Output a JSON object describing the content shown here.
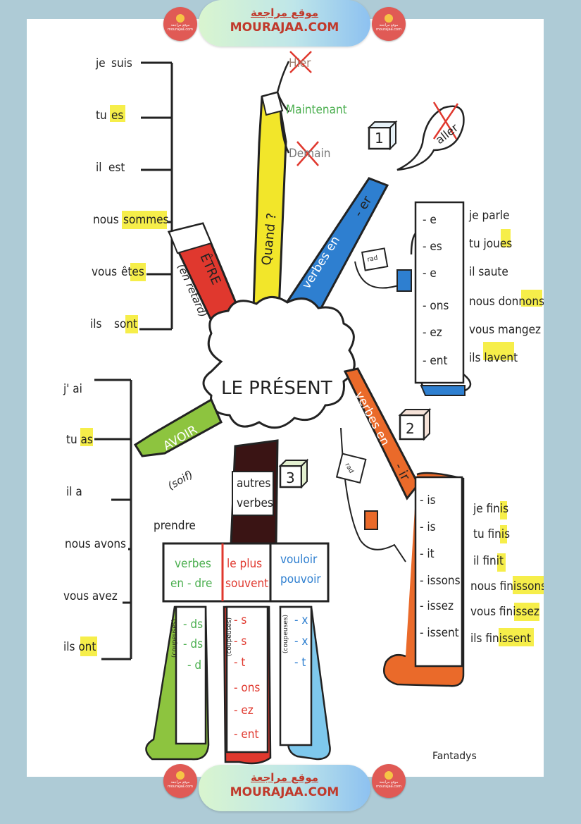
{
  "banner": {
    "arabic": "موقع مراجعة",
    "site": "MOURAJAA.COM"
  },
  "logo": {
    "small_text": "موقع مراجعة mourajaa.com"
  },
  "center": "LE PRÉSENT",
  "etre": {
    "label": "ÊTRE",
    "note": "(en retard)",
    "items": [
      {
        "pron": "je",
        "verb": "suis"
      },
      {
        "pron": "tu",
        "verb": "es"
      },
      {
        "pron": "il",
        "verb": "est"
      },
      {
        "pron": "nous",
        "verb": "sommes"
      },
      {
        "pron": "vous",
        "verb": "êtes"
      },
      {
        "pron": "ils",
        "verb": "sont"
      }
    ]
  },
  "quand": {
    "label": "Quand ?",
    "hier": "Hier",
    "maintenant": "Maintenant",
    "demain": "Demain"
  },
  "group1": {
    "number": "1",
    "label": "verbes en",
    "suffix": "- er",
    "bubble": "aller",
    "card": "rad",
    "endings": [
      "- e",
      "- es",
      "- e",
      "- ons",
      "- ez",
      "- ent"
    ],
    "examples": [
      "je parle",
      "tu joues",
      "il saute",
      "nous donnons",
      "vous mangez",
      "ils lavent"
    ]
  },
  "avoir": {
    "label": "AVOIR",
    "note": "(soif)",
    "items": [
      "j' ai",
      "tu as",
      "il a",
      "nous avons",
      "vous avez",
      "ils ont"
    ]
  },
  "group2": {
    "number": "2",
    "label": "verbes en",
    "suffix": "- ir",
    "card": "rad",
    "endings": [
      "- is",
      "- is",
      "- it",
      "- issons",
      "- issez",
      "- issent"
    ],
    "examples": [
      "je finis",
      "tu finis",
      "il finit",
      "nous finissons",
      "vous finissez",
      "ils finissent"
    ]
  },
  "group3": {
    "number": "3",
    "label_line1": "autres",
    "label_line2": "verbes",
    "prendre": "prendre",
    "col1": {
      "line1": "verbes",
      "line2": "en - dre",
      "endings": [
        "- ds",
        "- ds",
        "- d"
      ],
      "note": "(coupeuses)"
    },
    "col2": {
      "line1": "le plus",
      "line2": "souvent",
      "endings": [
        "- s",
        "- s",
        "- t",
        "- ons",
        "- ez",
        "- ent"
      ],
      "note": "(coupeuses)"
    },
    "col3": {
      "line1": "vouloir",
      "line2": "pouvoir",
      "endings": [
        "- x",
        "- x",
        "- t"
      ],
      "note": "(coupeuses)"
    }
  },
  "credit": "Fantadys",
  "colors": {
    "background": "#aecbd6",
    "banner_text": "#c0392b",
    "red": "#e0382e",
    "yellow": "#f2e62a",
    "blue": "#2e7fd0",
    "green": "#8dc43f",
    "orange": "#ea6a2a",
    "maroon": "#3a1414",
    "highlight": "#f6ee4a"
  }
}
